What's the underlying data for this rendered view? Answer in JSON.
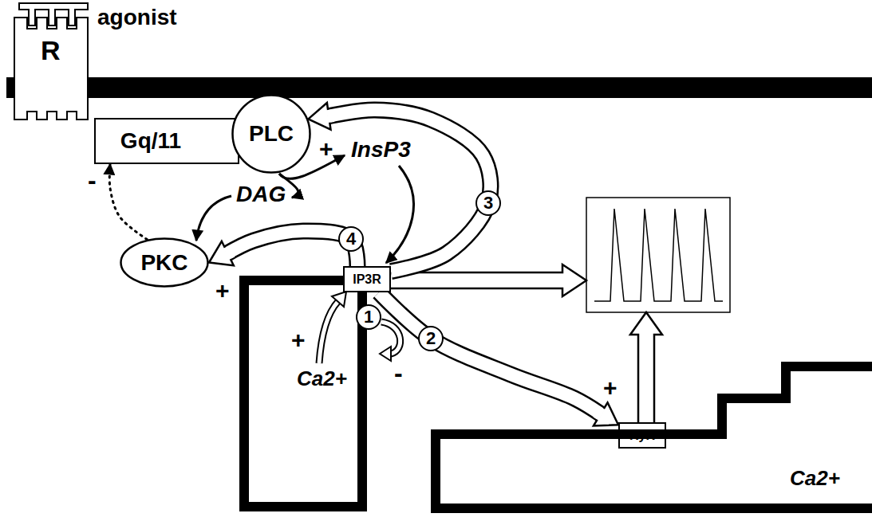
{
  "diagram": {
    "nodes": [
      {
        "text": [
          "R"
        ]
      },
      {
        "text": [
          "Gq/11"
        ]
      },
      {
        "text": [
          "PLC"
        ]
      },
      {
        "text": [
          "PKC"
        ]
      },
      {
        "text": [
          "Ca2+"
        ]
      },
      {
        "text": [
          "IP3R"
        ]
      },
      {
        "text": [
          "RyR"
        ]
      },
      {
        "text": [
          "Ca2+"
        ]
      }
    ],
    "edges": [
      {
        "from": 3,
        "to": 1,
        "arrow": "to",
        "label": "-"
      },
      {
        "from": 5,
        "to": 6,
        "arrow": "to",
        "label": "2"
      },
      {
        "from": 5,
        "to": 2,
        "arrow": "to",
        "label": "3"
      },
      {
        "from": 5,
        "to": 3,
        "arrow": "to",
        "label": "4"
      }
    ],
    "labels": [
      "agonist",
      "+",
      "InsP3",
      "DAG",
      "+",
      "1",
      "+",
      "-",
      "+"
    ]
  }
}
